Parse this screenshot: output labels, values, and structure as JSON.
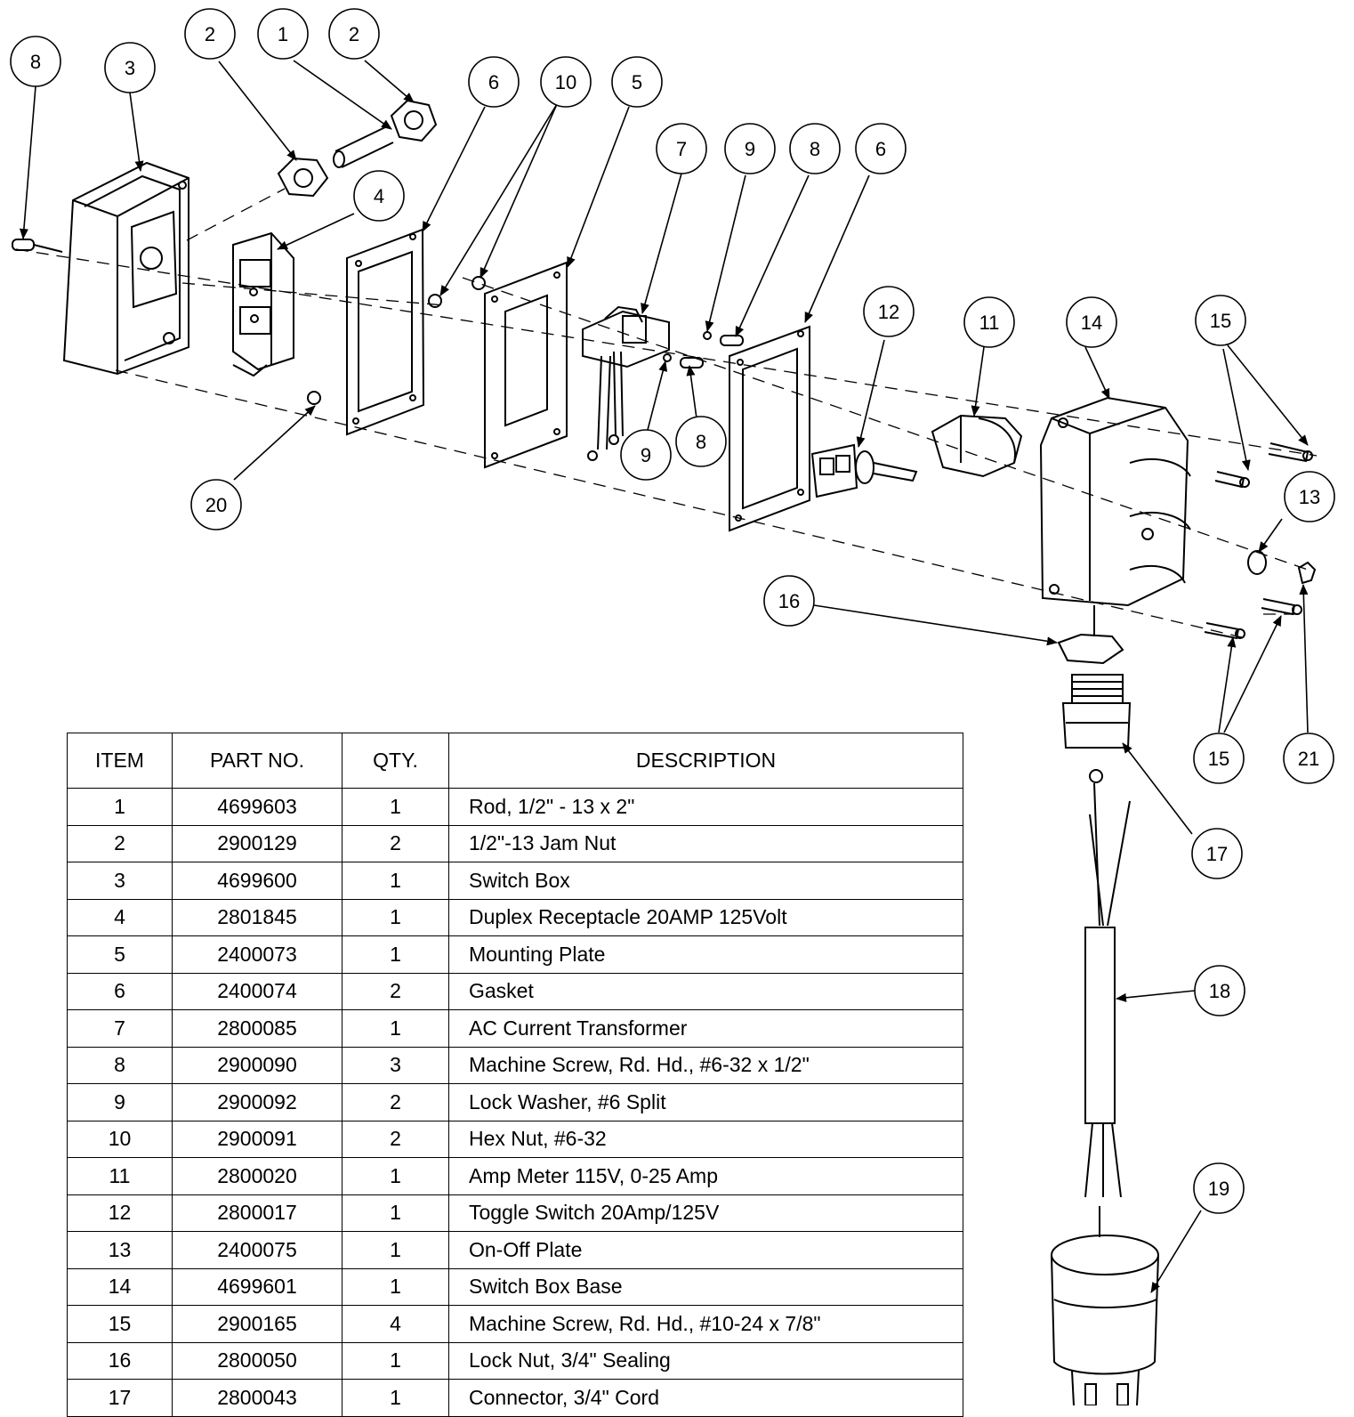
{
  "callouts": [
    "8",
    "3",
    "2",
    "1",
    "2",
    "4",
    "6",
    "10",
    "5",
    "7",
    "9",
    "8",
    "6",
    "9",
    "8",
    "20",
    "12",
    "11",
    "14",
    "15",
    "13",
    "16",
    "15",
    "21",
    "17",
    "18",
    "19"
  ],
  "bom": {
    "headers": [
      "ITEM",
      "PART NO.",
      "QTY.",
      "DESCRIPTION"
    ],
    "rows": [
      {
        "item": "1",
        "part": "4699603",
        "qty": "1",
        "desc": "Rod, 1/2\" - 13 x 2\""
      },
      {
        "item": "2",
        "part": "2900129",
        "qty": "2",
        "desc": "1/2\"-13 Jam Nut"
      },
      {
        "item": "3",
        "part": "4699600",
        "qty": "1",
        "desc": "Switch Box"
      },
      {
        "item": "4",
        "part": "2801845",
        "qty": "1",
        "desc": "Duplex Receptacle 20AMP  125Volt"
      },
      {
        "item": "5",
        "part": "2400073",
        "qty": "1",
        "desc": "Mounting Plate"
      },
      {
        "item": "6",
        "part": "2400074",
        "qty": "2",
        "desc": "Gasket"
      },
      {
        "item": "7",
        "part": "2800085",
        "qty": "1",
        "desc": "AC Current Transformer"
      },
      {
        "item": "8",
        "part": "2900090",
        "qty": "3",
        "desc": "Machine Screw, Rd. Hd., #6-32 x 1/2\""
      },
      {
        "item": "9",
        "part": "2900092",
        "qty": "2",
        "desc": "Lock Washer, #6 Split"
      },
      {
        "item": "10",
        "part": "2900091",
        "qty": "2",
        "desc": "Hex Nut, #6-32"
      },
      {
        "item": "11",
        "part": "2800020",
        "qty": "1",
        "desc": "Amp Meter 115V, 0-25 Amp"
      },
      {
        "item": "12",
        "part": "2800017",
        "qty": "1",
        "desc": "Toggle Switch 20Amp/125V"
      },
      {
        "item": "13",
        "part": "2400075",
        "qty": "1",
        "desc": "On-Off Plate"
      },
      {
        "item": "14",
        "part": "4699601",
        "qty": "1",
        "desc": "Switch Box Base"
      },
      {
        "item": "15",
        "part": "2900165",
        "qty": "4",
        "desc": "Machine Screw, Rd. Hd., #10-24 x 7/8\""
      },
      {
        "item": "16",
        "part": "2800050",
        "qty": "1",
        "desc": "Lock Nut, 3/4\" Sealing"
      },
      {
        "item": "17",
        "part": "2800043",
        "qty": "1",
        "desc": "Connector, 3/4\" Cord"
      }
    ]
  }
}
